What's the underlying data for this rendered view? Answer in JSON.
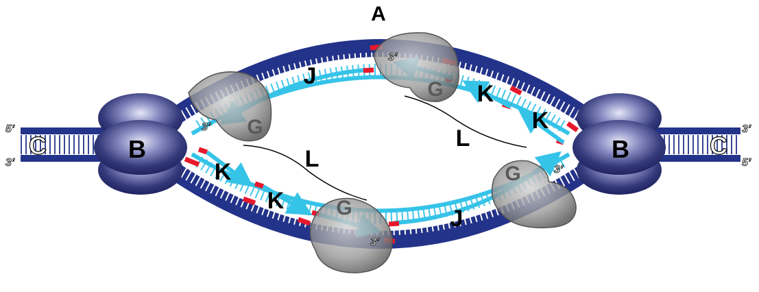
{
  "labels": {
    "A": "A",
    "B_left": "B",
    "B_right": "B",
    "C_left": "C",
    "C_right": "C",
    "G": [
      "G",
      "G",
      "G",
      "G"
    ],
    "J": [
      "J",
      "J"
    ],
    "K": [
      "K",
      "K",
      "K",
      "K"
    ],
    "L": [
      "L",
      "L"
    ],
    "five_prime": "5’",
    "three_prime": "3’"
  },
  "colors": {
    "dna_backbone": "#24338a",
    "dna_backbone_dark": "#1a2466",
    "rungs": "#ffffff",
    "new_strand": "#36c3e8",
    "primer": "#e8192c",
    "helicase_outer": "#2a2f6b",
    "helicase_light": "#d9dbf0",
    "polymerase": "#9a9a9a",
    "label": "#000000"
  }
}
